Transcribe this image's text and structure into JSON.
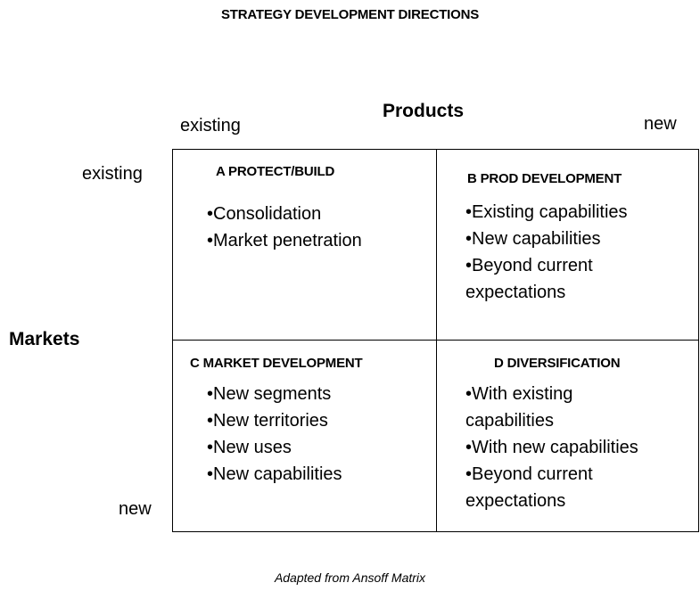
{
  "title": "STRATEGY DEVELOPMENT DIRECTIONS",
  "products_axis": {
    "label": "Products",
    "left_tick": "existing",
    "right_tick": "new"
  },
  "markets_axis": {
    "label": "Markets",
    "top_tick": "existing",
    "bottom_tick": "new"
  },
  "quadrants": {
    "a": {
      "title": "A PROTECT/BUILD",
      "items": [
        "Consolidation",
        "Market penetration"
      ]
    },
    "b": {
      "title": "B PROD DEVELOPMENT",
      "items": [
        "Existing capabilities",
        "New capabilities",
        "Beyond current",
        "expectations"
      ]
    },
    "c": {
      "title": "C MARKET DEVELOPMENT",
      "items": [
        "New segments",
        "New territories",
        "New uses",
        "New capabilities"
      ]
    },
    "d": {
      "title": "D DIVERSIFICATION",
      "items": [
        "With existing",
        "capabilities",
        "With new capabilities",
        "Beyond current",
        "expectations"
      ]
    }
  },
  "caption": "Adapted from Ansoff Matrix"
}
